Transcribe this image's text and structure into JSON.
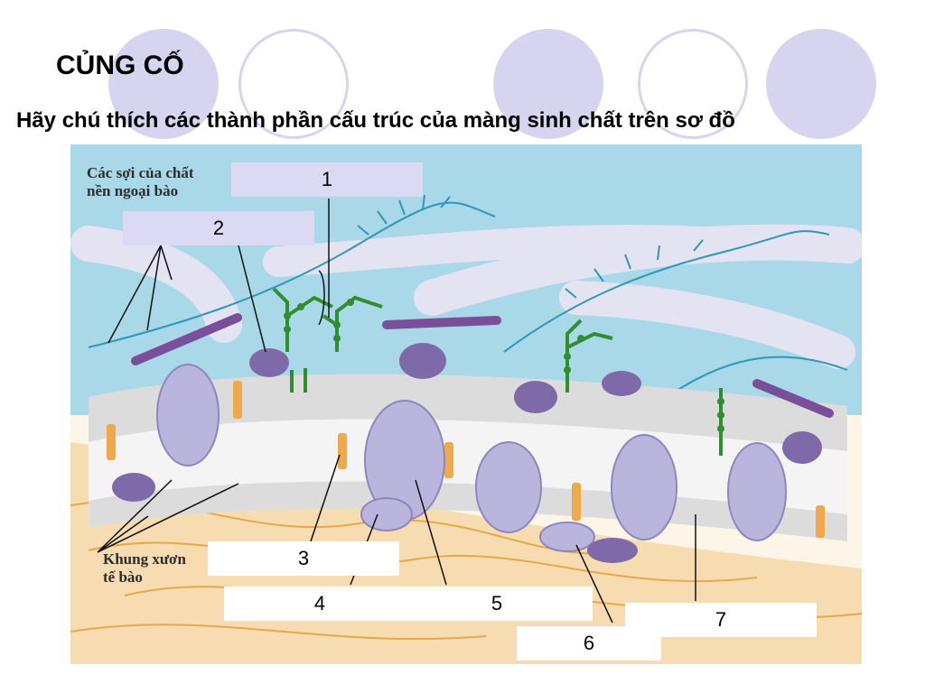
{
  "slide": {
    "title": "CỦNG CỐ",
    "subtitle": "Hãy chú thích các thành phần cấu trúc của màng sinh chất trên sơ đồ"
  },
  "diagram": {
    "tag_extracellular_line1": "Các sợi của chất",
    "tag_extracellular_line2": "nền ngoại bào",
    "tag_cytoskeleton_line1": "Khung xươn",
    "tag_cytoskeleton_line2": "tế bào",
    "labels": [
      "1",
      "2",
      "3",
      "4",
      "5",
      "6",
      "7"
    ]
  },
  "colors": {
    "circle": "#d6d4ee",
    "sky": "#a9d8e8",
    "cytoplasm": "#f6dcb0",
    "protein": "#b9b5dc",
    "glycan": "#2f8f2f",
    "fiber": "#2e98b8"
  }
}
